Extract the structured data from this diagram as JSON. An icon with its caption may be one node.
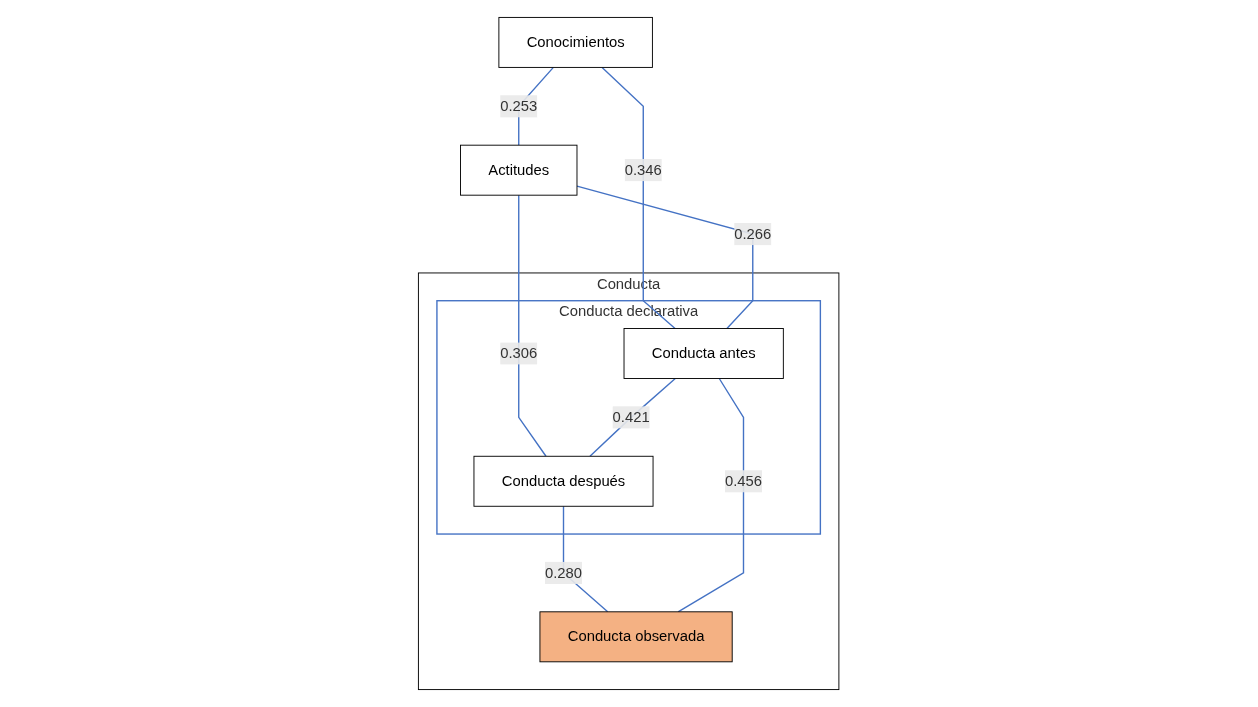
{
  "diagram": {
    "nodes": [
      {
        "text": [
          "Conducta"
        ]
      },
      {
        "text": [
          "Conducta declarativa"
        ],
        "in": 0
      },
      {
        "text": [
          "Conducta antes"
        ],
        "in": 1
      },
      {
        "text": [
          "Conducta después"
        ],
        "in": 1
      },
      {
        "text": [
          "Conducta observada"
        ],
        "in": 0
      },
      {
        "text": [
          "Conocimientos"
        ]
      },
      {
        "text": [
          "Actitudes"
        ]
      }
    ],
    "edges": [
      {
        "from": 5,
        "to": 2,
        "arrow": "none",
        "label": "0.346"
      },
      {
        "from": 5,
        "to": 6,
        "arrow": "none",
        "label": "0.253"
      },
      {
        "from": 6,
        "to": 2,
        "arrow": "none",
        "label": "0.266"
      },
      {
        "from": 6,
        "to": 3,
        "arrow": "none",
        "label": "0.306"
      },
      {
        "from": 2,
        "to": 3,
        "arrow": "none",
        "label": "0.421"
      },
      {
        "from": 3,
        "to": 4,
        "arrow": "none",
        "label": "0.280"
      },
      {
        "from": 2,
        "to": 4,
        "arrow": "none",
        "label": "0.456"
      }
    ]
  }
}
